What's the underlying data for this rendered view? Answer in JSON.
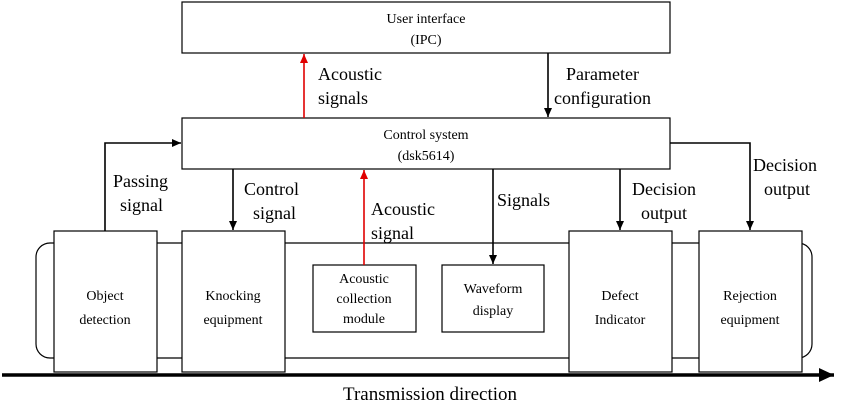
{
  "boxes": {
    "user_interface": {
      "line1": "User interface",
      "line2": "(IPC)"
    },
    "control_system": {
      "line1": "Control system",
      "line2": "(dsk5614)"
    },
    "object_detection": {
      "line1": "Object",
      "line2": "detection"
    },
    "knocking_equipment": {
      "line1": "Knocking",
      "line2": "equipment"
    },
    "acoustic_collection": {
      "line1": "Acoustic",
      "line2": "collection",
      "line3": "module"
    },
    "waveform_display": {
      "line1": "Waveform",
      "line2": "display"
    },
    "defect_indicator": {
      "line1": "Defect",
      "line2": "Indicator"
    },
    "rejection_equipment": {
      "line1": "Rejection",
      "line2": "equipment"
    }
  },
  "edges": {
    "acoustic_up_top": {
      "line1": "Acoustic",
      "line2": "signals"
    },
    "parameter_config": {
      "line1": "Parameter",
      "line2": "configuration"
    },
    "passing_signal": {
      "line1": "Passing",
      "line2": "signal"
    },
    "control_signal": {
      "line1": "Control",
      "line2": "signal"
    },
    "acoustic_up_mid": {
      "line1": "Acoustic",
      "line2": "signal"
    },
    "signals": {
      "line1": "Signals"
    },
    "decision_output_1": {
      "line1": "Decision",
      "line2": "output"
    },
    "decision_output_2": {
      "line1": "Decision",
      "line2": "output"
    }
  },
  "axis": {
    "label": "Transmission direction"
  },
  "colors": {
    "stroke": "#000000",
    "acoustic_arrow": "#e00000"
  }
}
